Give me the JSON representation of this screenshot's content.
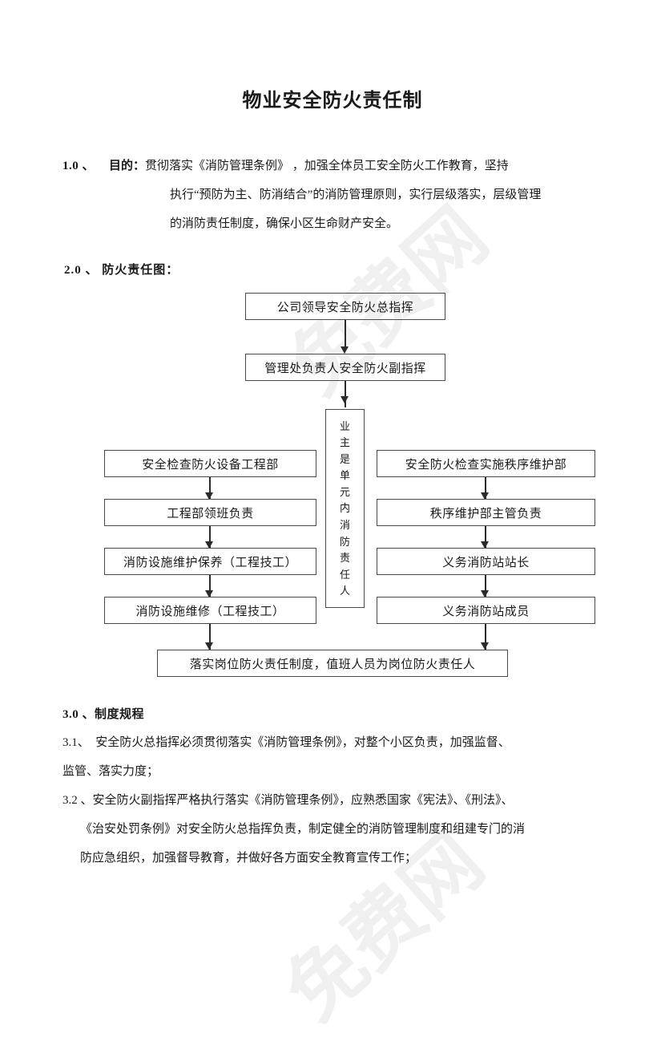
{
  "document": {
    "title": "物业安全防火责任制",
    "watermark": "免费网"
  },
  "section1": {
    "number": "1.0 、",
    "label": "目的：",
    "line1": "贯彻落实《消防管理条例》 ，加强全体员工安全防火工作教育，坚持",
    "line2": "执行“预防为主、防消结合”的消防管理原则，实行层级落实，层级管理",
    "line3": "的消防责任制度，确保小区生命财产安全。"
  },
  "section2": {
    "heading": "2.0 、 防火责任图：",
    "chart": {
      "top_box": "公司领导安全防火总指挥",
      "second_box": "管理处负责人安全防火副指挥",
      "center_vertical_box": "业主是单元内消防责任人",
      "left_column": [
        "安全检查防火设备工程部",
        "工程部领班负责",
        "消防设施维护保养（工程技工）",
        "消防设施维修（工程技工）"
      ],
      "right_column": [
        "安全防火检查实施秩序维护部",
        "秩序维护部主管负责",
        "义务消防站站长",
        "义务消防站成员"
      ],
      "bottom_box": "落实岗位防火责任制度，值班人员为岗位防火责任人"
    }
  },
  "section3": {
    "heading": "3.0 、制度规程",
    "items": [
      {
        "line1": "3.1、　安全防火总指挥必须贯彻落实《消防管理条例》，对整个小区负责，加强监督、",
        "line2": "监管、落实力度；"
      },
      {
        "line1": "3.2 、安全防火副指挥严格执行落实《消防管理条例》，应熟悉国家《宪法》、《刑法》、",
        "line2": "《治安处罚条例》对安全防火总指挥负责，制定健全的消防管理制度和组建专门的消",
        "line3": "防应急组织，加强督导教育，并做好各方面安全教育宣传工作；"
      }
    ]
  }
}
